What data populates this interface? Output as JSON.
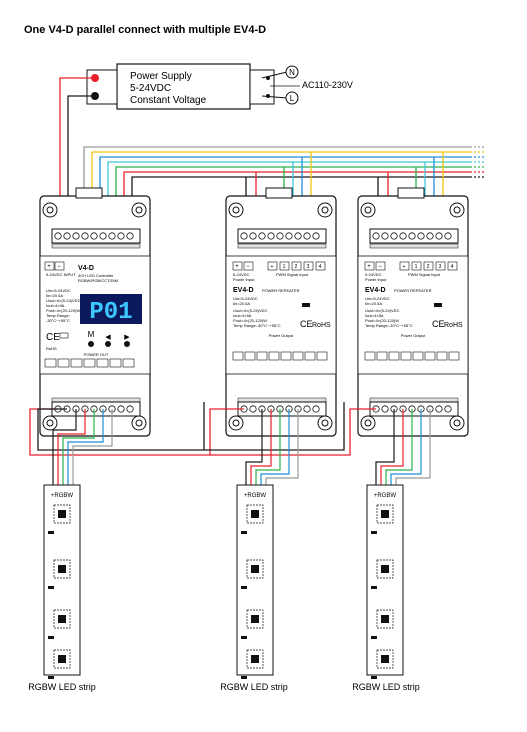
{
  "title": "One V4-D parallel connect with multiple EV4-D",
  "power_supply": {
    "line1": "Power Supply",
    "line2": "5-24VDC",
    "line3": "Constant Voltage",
    "ac_label": "AC110-230V",
    "n_label": "N",
    "l_label": "L"
  },
  "controller": {
    "model": "V4-D",
    "desc1": "4CH LED Controller",
    "desc2": "RGBW/RGB/CCT/DIM",
    "display": "P01",
    "input_label": "5-24VDC\nINPUT",
    "spec1": "Uin=5-24VDC",
    "spec2": "Iin=20.5A",
    "spec3": "Uout=4×(5-24)VDC",
    "spec4": "Iout=4×5A",
    "spec5": "Pout=4×(20-120)W",
    "spec6": "Temp Range:",
    "spec7": "-30°C~+55°C",
    "btn_m": "M",
    "rohs": "RoHS",
    "power_out": "POWER OUT",
    "ce": "CE"
  },
  "repeater": {
    "model": "EV4-D",
    "subtitle": "POWER REPEATER",
    "power_input": "Power Input",
    "supply": "5-24VDC",
    "pwm_input": "PWM Signal Input",
    "spec1": "Uin=5-24VDC",
    "spec2": "Iin=20.5A",
    "spec3": "Uout=4×(5-24)VDC",
    "spec4": "Iout=4×5A",
    "spec5": "Pout=4×(20-120)W",
    "spec6": "Temp Range:-30°C~+55°C",
    "power_output": "Power Output",
    "ce": "CE",
    "rohs": "RoHS",
    "inputs": [
      "1",
      "2",
      "3",
      "4"
    ]
  },
  "strip": {
    "header": "+RGBW",
    "label": "RGBW LED strip"
  },
  "wire_colors": {
    "red": "#e8202a",
    "black": "#1a1a1a",
    "green": "#2bb24c",
    "blue": "#1e8fd8",
    "yellow": "#f1c40f",
    "gray": "#9a9a9a",
    "cyan": "#3ec6e0"
  }
}
